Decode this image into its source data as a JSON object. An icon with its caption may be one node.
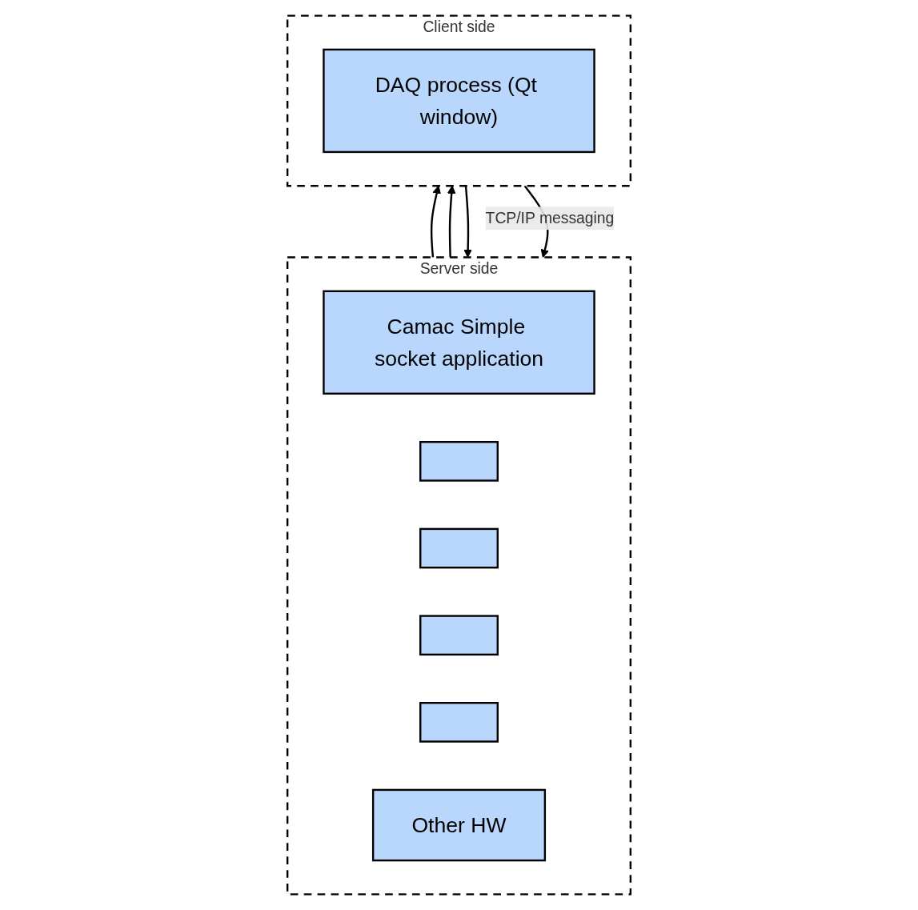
{
  "diagram": {
    "nodes": [
      {
        "text": [
          "Client side"
        ]
      },
      {
        "text": [
          "DAQ process (Qt window)"
        ],
        "in": 0
      },
      {
        "text": [
          "Server side"
        ]
      },
      {
        "text": [
          "Camac Simple socket application"
        ],
        "in": 2
      },
      {
        "text": [],
        "shape": "box",
        "in": 2
      },
      {
        "text": [],
        "shape": "box",
        "in": 2
      },
      {
        "text": [],
        "shape": "box",
        "in": 2
      },
      {
        "text": [],
        "shape": "box",
        "in": 2
      },
      {
        "text": [
          "Other HW"
        ],
        "in": 2
      }
    ],
    "edges": [
      {
        "from": 2,
        "to": 0,
        "arrow": "to"
      },
      {
        "from": 0,
        "to": 2,
        "arrow": "to"
      },
      {
        "from": 2,
        "to": 0,
        "arrow": "to"
      },
      {
        "from": 0,
        "to": 2,
        "arrow": "to",
        "label": "TCP/IP messaging"
      }
    ]
  }
}
